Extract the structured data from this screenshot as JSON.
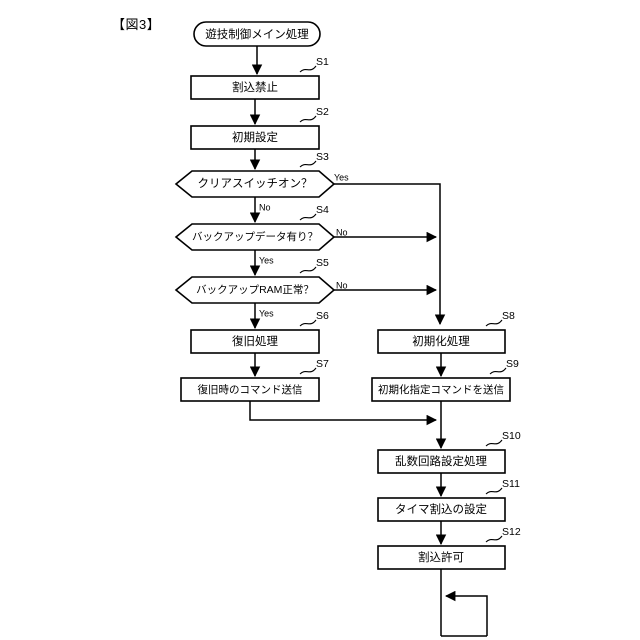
{
  "figure": {
    "label": "【図3】"
  },
  "diagram": {
    "type": "flowchart",
    "title": "遊技制御メイン処理 フローチャート",
    "start_node": {
      "id": "start",
      "shape": "stadium",
      "text": "遊技制御メイン処理"
    },
    "nodes": [
      {
        "id": "S1",
        "step": "S1",
        "shape": "process",
        "text": "割込禁止",
        "column": "left"
      },
      {
        "id": "S2",
        "step": "S2",
        "shape": "process",
        "text": "初期設定",
        "column": "left"
      },
      {
        "id": "S3",
        "step": "S3",
        "shape": "decision",
        "text": "クリアスイッチオン？",
        "column": "left"
      },
      {
        "id": "S4",
        "step": "S4",
        "shape": "decision",
        "text": "バックアップデータ有り？",
        "column": "left"
      },
      {
        "id": "S5",
        "step": "S5",
        "shape": "decision",
        "text": "バックアップRAM正常？",
        "column": "left"
      },
      {
        "id": "S6",
        "step": "S6",
        "shape": "process",
        "text": "復旧処理",
        "column": "left"
      },
      {
        "id": "S7",
        "step": "S7",
        "shape": "process",
        "text": "復旧時のコマンド送信",
        "column": "left"
      },
      {
        "id": "S8",
        "step": "S8",
        "shape": "process",
        "text": "初期化処理",
        "column": "right"
      },
      {
        "id": "S9",
        "step": "S9",
        "shape": "process",
        "text": "初期化指定コマンドを送信",
        "column": "right"
      },
      {
        "id": "S10",
        "step": "S10",
        "shape": "process",
        "text": "乱数回路設定処理",
        "column": "right"
      },
      {
        "id": "S11",
        "step": "S11",
        "shape": "process",
        "text": "タイマ割込の設定",
        "column": "right"
      },
      {
        "id": "S12",
        "step": "S12",
        "shape": "process",
        "text": "割込許可",
        "column": "right"
      }
    ],
    "branch_labels": {
      "s3_yes": "Yes",
      "s3_no": "No",
      "s4_no": "No",
      "s4_yes": "Yes",
      "s5_no": "No",
      "s5_yes": "Yes"
    },
    "edges": [
      {
        "from": "start",
        "to": "S1",
        "label": ""
      },
      {
        "from": "S1",
        "to": "S2",
        "label": ""
      },
      {
        "from": "S2",
        "to": "S3",
        "label": ""
      },
      {
        "from": "S3",
        "to": "S4",
        "label": "No"
      },
      {
        "from": "S3",
        "to": "S8",
        "label": "Yes"
      },
      {
        "from": "S4",
        "to": "S5",
        "label": "Yes"
      },
      {
        "from": "S4",
        "to": "S8",
        "label": "No"
      },
      {
        "from": "S5",
        "to": "S6",
        "label": "Yes"
      },
      {
        "from": "S5",
        "to": "S8",
        "label": "No"
      },
      {
        "from": "S6",
        "to": "S7",
        "label": ""
      },
      {
        "from": "S7",
        "to": "S10",
        "label": ""
      },
      {
        "from": "S8",
        "to": "S9",
        "label": ""
      },
      {
        "from": "S9",
        "to": "S10",
        "label": ""
      },
      {
        "from": "S10",
        "to": "S11",
        "label": ""
      },
      {
        "from": "S11",
        "to": "S12",
        "label": ""
      },
      {
        "from": "S12",
        "to": "loop",
        "label": ""
      }
    ],
    "loop_back": {
      "id": "loop",
      "description": "割込許可の後、無限ループに戻る"
    },
    "colors": {
      "stroke": "#000000",
      "fill": "#ffffff",
      "text": "#000000"
    }
  }
}
